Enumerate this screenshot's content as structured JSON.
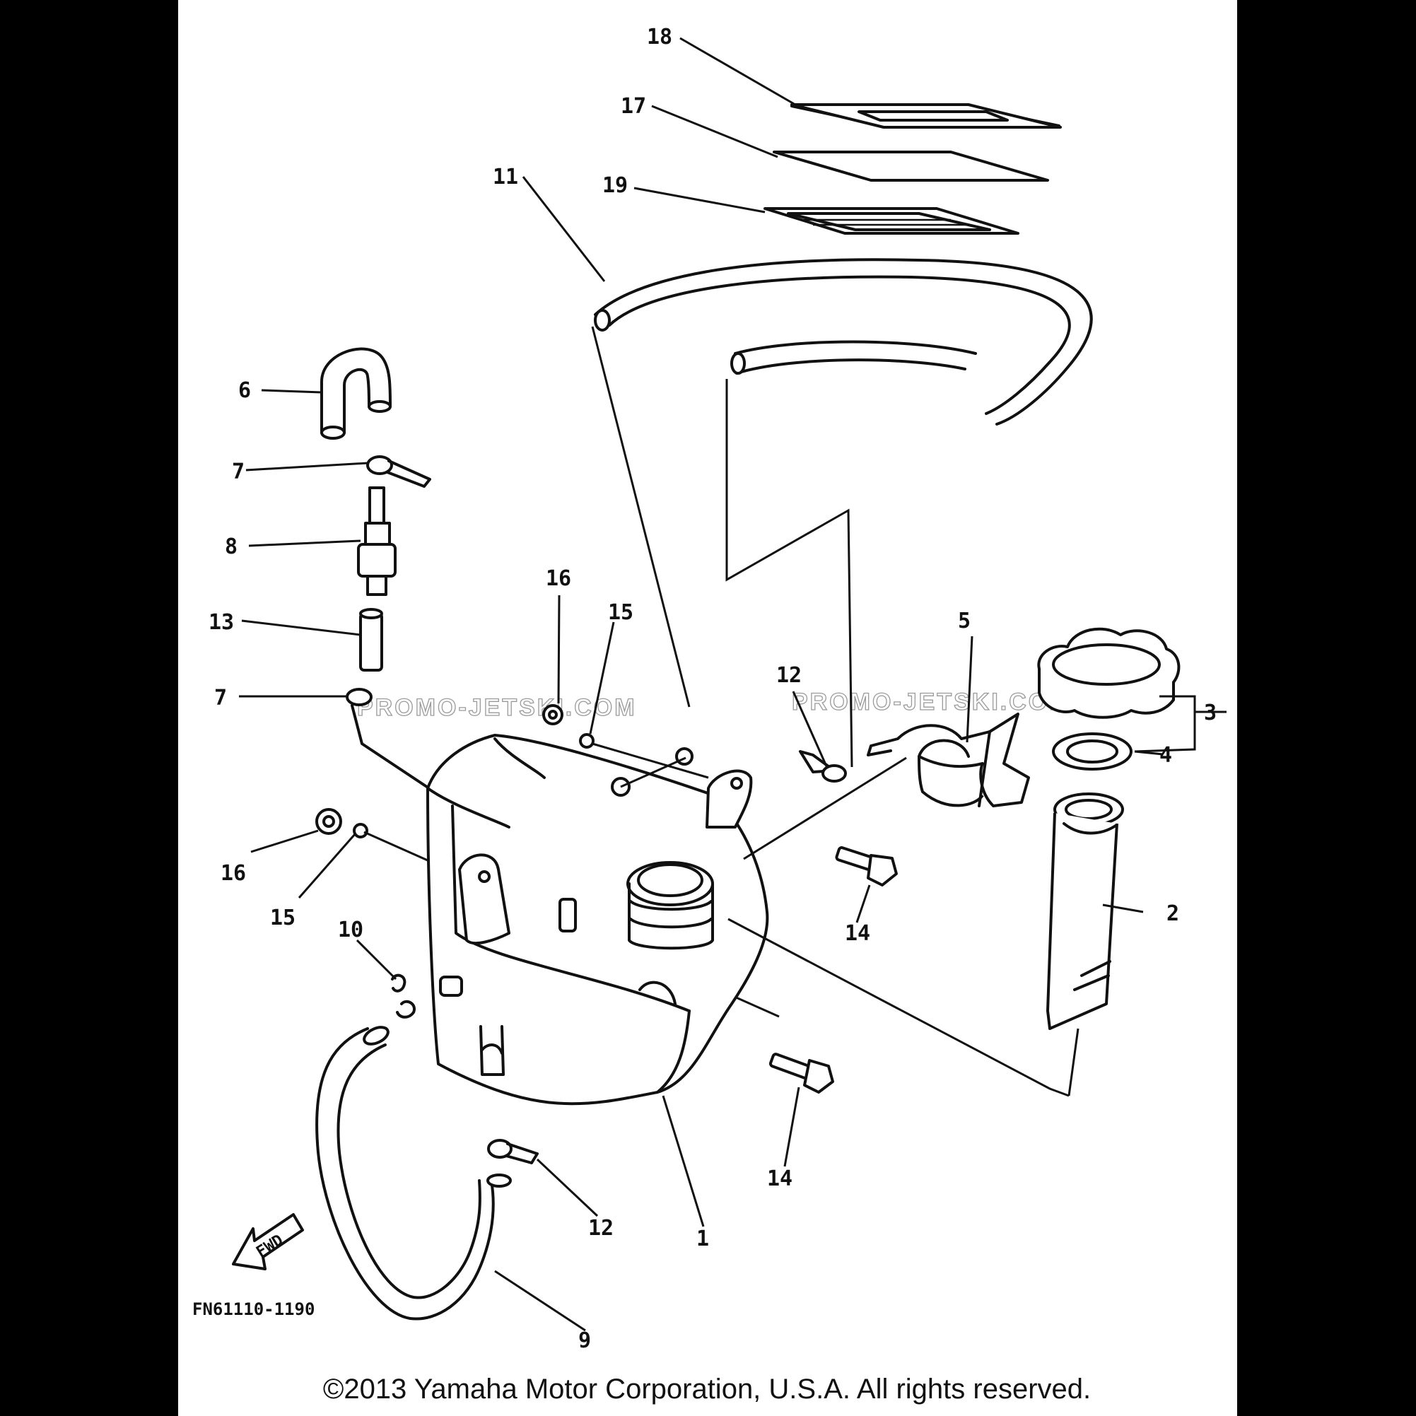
{
  "diagram": {
    "callouts": [
      "1",
      "2",
      "3",
      "4",
      "5",
      "6",
      "7",
      "7",
      "8",
      "9",
      "10",
      "11",
      "12",
      "12",
      "13",
      "14",
      "14",
      "15",
      "15",
      "16",
      "16",
      "17",
      "18",
      "19"
    ],
    "direction_tag": "FWD",
    "drawing_code": "FN61110-1190",
    "watermark": "PROMO-JETSKI.COM",
    "copyright": "©2013 Yamaha Motor Corporation, U.S.A. All rights reserved."
  }
}
